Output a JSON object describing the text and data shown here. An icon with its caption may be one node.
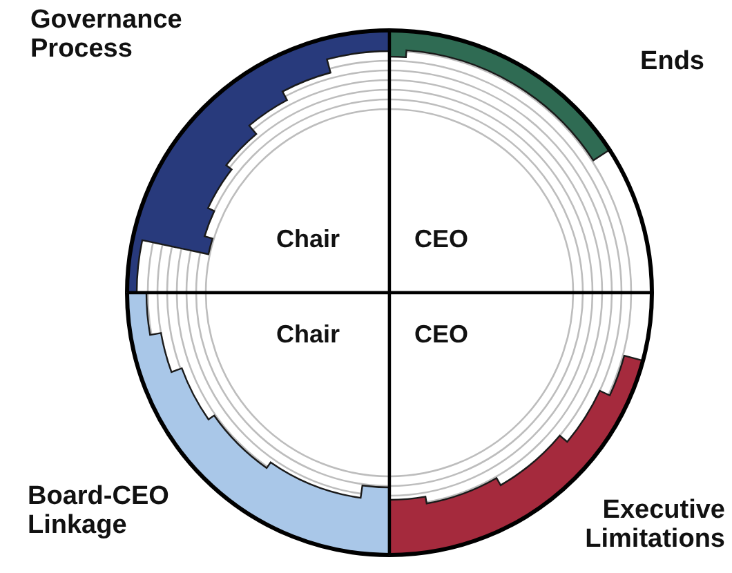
{
  "diagram": {
    "nodes": [
      {
        "text": [
          "Governance Process",
          "Chair"
        ]
      },
      {
        "text": [
          "Ends",
          "CEO"
        ]
      },
      {
        "text": [
          "Board-CEO Linkage",
          "Chair"
        ]
      },
      {
        "text": [
          "Executive Limitations",
          "CEO"
        ]
      }
    ]
  }
}
